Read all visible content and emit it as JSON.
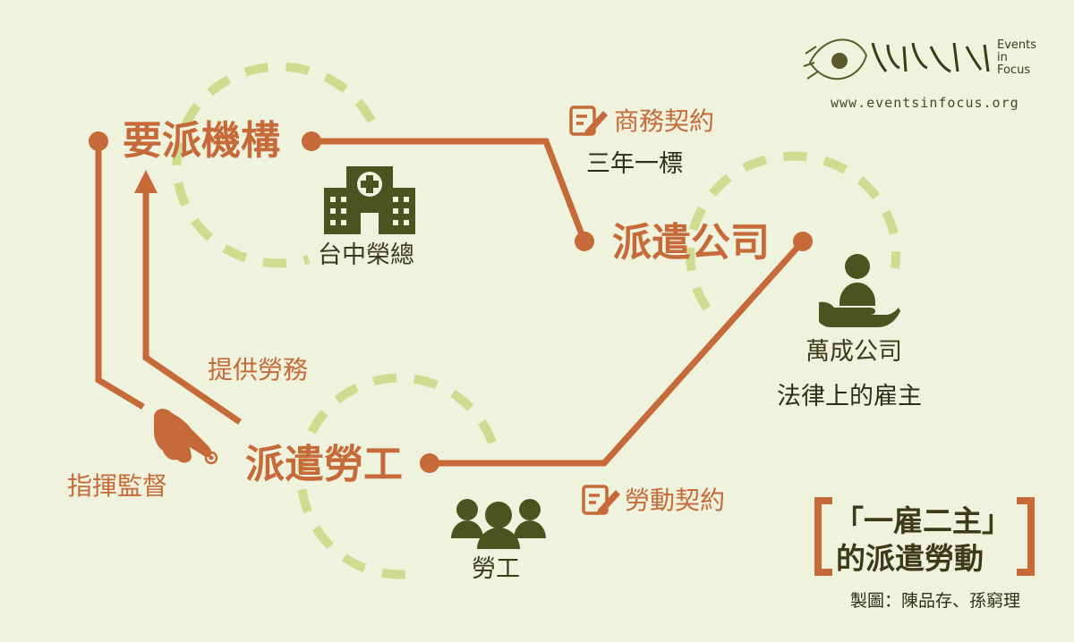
{
  "nodes": {
    "agency": "要派機構",
    "dispatch_company": "派遣公司",
    "dispatched_worker": "派遣勞工"
  },
  "entities": {
    "hospital": "台中榮總",
    "company": "萬成公司",
    "company_role": "法律上的雇主",
    "worker": "勞工"
  },
  "relations": {
    "business_contract": "商務契約",
    "contract_term": "三年一標",
    "labor_contract": "勞動契約",
    "provide_labor": "提供勞務",
    "command_supervise": "指揮監督"
  },
  "title": {
    "line1": "「一雇二主」",
    "line2": "的派遣勞動"
  },
  "credit": "製圖：陳品存、孫窮理",
  "brand": {
    "url": "www.eventsinfocus.org",
    "logo_side": [
      "Events",
      "in",
      "Focus"
    ]
  },
  "colors": {
    "background": "#eff2dc",
    "accent": "#c56a38",
    "dark_green": "#3b3b19",
    "icon_green": "#4b5420",
    "dash_green": "#cfdc8f"
  }
}
